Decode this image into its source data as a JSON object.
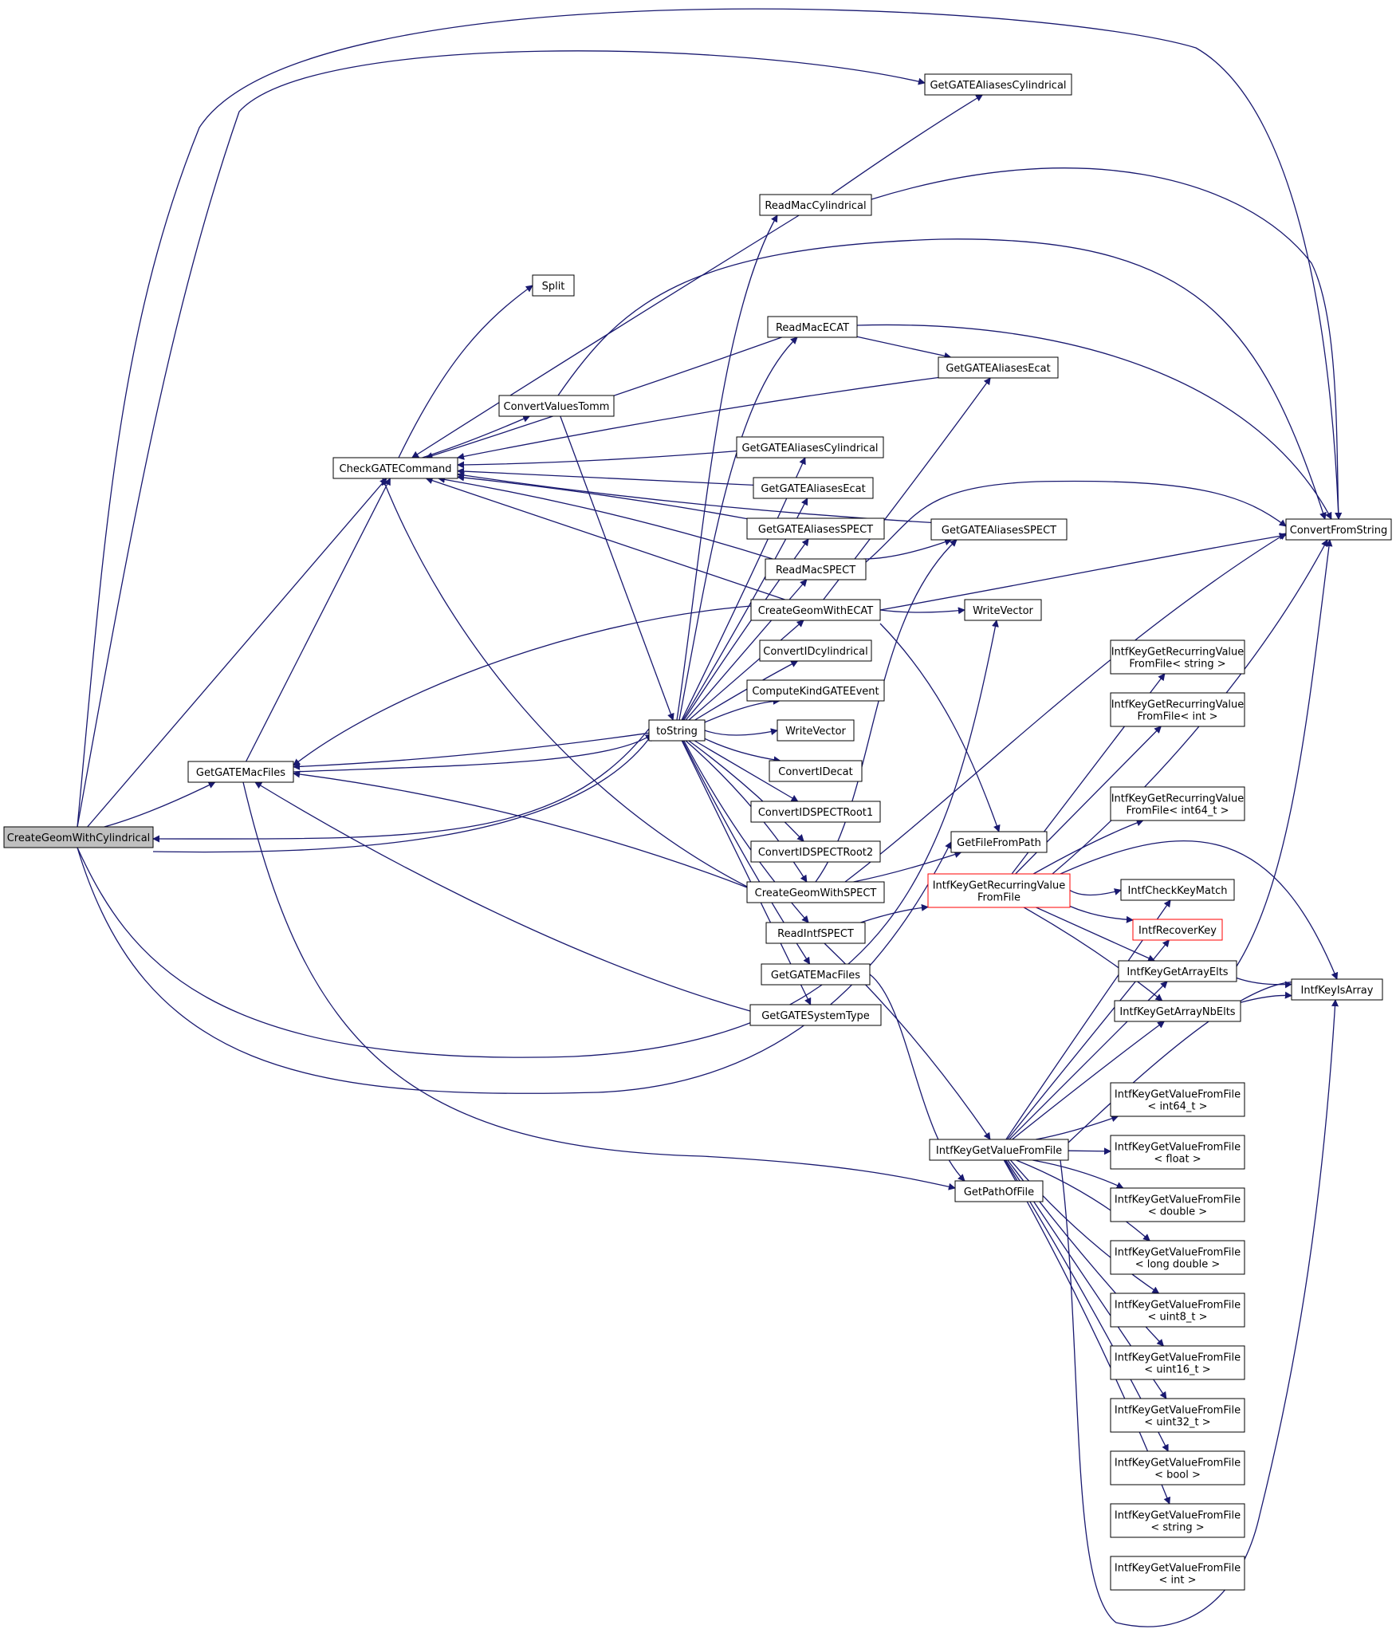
{
  "colors": {
    "edge": "#191970",
    "node_border": "#000000",
    "root_fill": "#bfbfbf",
    "truncated_border": "#ff0000"
  },
  "nodes": [
    {
      "id": "n1",
      "lines": [
        "CreateGeomWithCylindrical"
      ],
      "kind": "root"
    },
    {
      "id": "n2",
      "lines": [
        "GetGATEMacFiles"
      ]
    },
    {
      "id": "n3",
      "lines": [
        "CheckGATECommand"
      ]
    },
    {
      "id": "n4",
      "lines": [
        "Split"
      ]
    },
    {
      "id": "n5",
      "lines": [
        "ConvertValuesTomm"
      ]
    },
    {
      "id": "n6",
      "lines": [
        "toString"
      ]
    },
    {
      "id": "n7",
      "lines": [
        "ReadMacCylindrical"
      ]
    },
    {
      "id": "n8",
      "lines": [
        "ReadMacECAT"
      ]
    },
    {
      "id": "n9",
      "lines": [
        "GetGATEAliasesCylindrical"
      ]
    },
    {
      "id": "n10",
      "lines": [
        "GetGATEAliasesEcat"
      ]
    },
    {
      "id": "n11",
      "lines": [
        "GetGATEAliasesSPECT"
      ]
    },
    {
      "id": "n12",
      "lines": [
        "ReadMacSPECT"
      ]
    },
    {
      "id": "n13",
      "lines": [
        "CreateGeomWithECAT"
      ]
    },
    {
      "id": "n14",
      "lines": [
        "ConvertIDcylindrical"
      ]
    },
    {
      "id": "n15",
      "lines": [
        "ComputeKindGATEEvent"
      ]
    },
    {
      "id": "n16",
      "lines": [
        "WriteVector"
      ]
    },
    {
      "id": "n17",
      "lines": [
        "ConvertIDecat"
      ]
    },
    {
      "id": "n18",
      "lines": [
        "ConvertIDSPECTRoot1"
      ]
    },
    {
      "id": "n19",
      "lines": [
        "ConvertIDSPECTRoot2"
      ]
    },
    {
      "id": "n20",
      "lines": [
        "CreateGeomWithSPECT"
      ]
    },
    {
      "id": "n21",
      "lines": [
        "ReadIntfSPECT"
      ]
    },
    {
      "id": "n22",
      "lines": [
        "GetGATEMacFiles"
      ]
    },
    {
      "id": "n23",
      "lines": [
        "GetGATESystemType"
      ]
    },
    {
      "id": "n24",
      "lines": [
        "GetGATEAliasesCylindrical"
      ]
    },
    {
      "id": "n25",
      "lines": [
        "GetGATEAliasesEcat"
      ]
    },
    {
      "id": "n26",
      "lines": [
        "GetGATEAliasesSPECT"
      ]
    },
    {
      "id": "n27",
      "lines": [
        "WriteVector"
      ]
    },
    {
      "id": "n28",
      "lines": [
        "GetFileFromPath"
      ]
    },
    {
      "id": "n29",
      "lines": [
        "IntfKeyGetRecurringValue",
        "FromFile"
      ],
      "kind": "truncated"
    },
    {
      "id": "n30",
      "lines": [
        "IntfKeyGetValueFromFile"
      ]
    },
    {
      "id": "n31",
      "lines": [
        "GetPathOfFile"
      ]
    },
    {
      "id": "n32",
      "lines": [
        "ConvertFromString"
      ]
    },
    {
      "id": "n33",
      "lines": [
        "IntfKeyGetRecurringValue",
        "FromFile< string >"
      ]
    },
    {
      "id": "n34",
      "lines": [
        "IntfKeyGetRecurringValue",
        "FromFile< int >"
      ]
    },
    {
      "id": "n35",
      "lines": [
        "IntfKeyGetRecurringValue",
        "FromFile< int64_t >"
      ]
    },
    {
      "id": "n36",
      "lines": [
        "IntfCheckKeyMatch"
      ]
    },
    {
      "id": "n37",
      "lines": [
        "IntfRecoverKey"
      ],
      "kind": "truncated"
    },
    {
      "id": "n38",
      "lines": [
        "IntfKeyGetArrayElts"
      ]
    },
    {
      "id": "n39",
      "lines": [
        "IntfKeyGetArrayNbElts"
      ]
    },
    {
      "id": "n40",
      "lines": [
        "IntfKeyIsArray"
      ]
    },
    {
      "id": "n41",
      "lines": [
        "IntfKeyGetValueFromFile",
        "< int64_t >"
      ]
    },
    {
      "id": "n42",
      "lines": [
        "IntfKeyGetValueFromFile",
        "< float >"
      ]
    },
    {
      "id": "n43",
      "lines": [
        "IntfKeyGetValueFromFile",
        "< double >"
      ]
    },
    {
      "id": "n44",
      "lines": [
        "IntfKeyGetValueFromFile",
        "< long double >"
      ]
    },
    {
      "id": "n45",
      "lines": [
        "IntfKeyGetValueFromFile",
        "< uint8_t >"
      ]
    },
    {
      "id": "n46",
      "lines": [
        "IntfKeyGetValueFromFile",
        "< uint16_t >"
      ]
    },
    {
      "id": "n47",
      "lines": [
        "IntfKeyGetValueFromFile",
        "< uint32_t >"
      ]
    },
    {
      "id": "n48",
      "lines": [
        "IntfKeyGetValueFromFile",
        "< bool >"
      ]
    },
    {
      "id": "n49",
      "lines": [
        "IntfKeyGetValueFromFile",
        "< string >"
      ]
    },
    {
      "id": "n50",
      "lines": [
        "IntfKeyGetValueFromFile",
        "< int >"
      ]
    }
  ],
  "edges": [
    [
      "n1",
      "n2"
    ],
    [
      "n1",
      "n3"
    ],
    [
      "n1",
      "n6"
    ],
    [
      "n1",
      "n9"
    ],
    [
      "n1",
      "n32"
    ],
    [
      "n1",
      "n27"
    ],
    [
      "n1",
      "n28"
    ],
    [
      "n2",
      "n3"
    ],
    [
      "n2",
      "n6"
    ],
    [
      "n2",
      "n31"
    ],
    [
      "n3",
      "n4"
    ],
    [
      "n3",
      "n5"
    ],
    [
      "n5",
      "n6"
    ],
    [
      "n5",
      "n32"
    ],
    [
      "n6",
      "n1"
    ],
    [
      "n6",
      "n2"
    ],
    [
      "n6",
      "n7"
    ],
    [
      "n6",
      "n8"
    ],
    [
      "n6",
      "n24"
    ],
    [
      "n6",
      "n25"
    ],
    [
      "n6",
      "n26"
    ],
    [
      "n6",
      "n12"
    ],
    [
      "n6",
      "n13"
    ],
    [
      "n6",
      "n14"
    ],
    [
      "n6",
      "n15"
    ],
    [
      "n6",
      "n16"
    ],
    [
      "n6",
      "n17"
    ],
    [
      "n6",
      "n18"
    ],
    [
      "n6",
      "n19"
    ],
    [
      "n6",
      "n20"
    ],
    [
      "n6",
      "n21"
    ],
    [
      "n6",
      "n22"
    ],
    [
      "n6",
      "n23"
    ],
    [
      "n7",
      "n3"
    ],
    [
      "n7",
      "n9"
    ],
    [
      "n7",
      "n32"
    ],
    [
      "n8",
      "n3"
    ],
    [
      "n8",
      "n10"
    ],
    [
      "n8",
      "n32"
    ],
    [
      "n10",
      "n3"
    ],
    [
      "n11",
      "n3"
    ],
    [
      "n24",
      "n3"
    ],
    [
      "n25",
      "n3"
    ],
    [
      "n26",
      "n3"
    ],
    [
      "n12",
      "n3"
    ],
    [
      "n12",
      "n11"
    ],
    [
      "n12",
      "n32"
    ],
    [
      "n13",
      "n3"
    ],
    [
      "n13",
      "n2"
    ],
    [
      "n13",
      "n10"
    ],
    [
      "n13",
      "n32"
    ],
    [
      "n13",
      "n27"
    ],
    [
      "n13",
      "n28"
    ],
    [
      "n20",
      "n3"
    ],
    [
      "n20",
      "n2"
    ],
    [
      "n20",
      "n11"
    ],
    [
      "n20",
      "n28"
    ],
    [
      "n20",
      "n32"
    ],
    [
      "n21",
      "n29"
    ],
    [
      "n21",
      "n30"
    ],
    [
      "n22",
      "n31"
    ],
    [
      "n23",
      "n2"
    ],
    [
      "n29",
      "n33"
    ],
    [
      "n29",
      "n34"
    ],
    [
      "n29",
      "n35"
    ],
    [
      "n29",
      "n36"
    ],
    [
      "n29",
      "n37"
    ],
    [
      "n29",
      "n38"
    ],
    [
      "n29",
      "n39"
    ],
    [
      "n29",
      "n40"
    ],
    [
      "n29",
      "n32"
    ],
    [
      "n30",
      "n36"
    ],
    [
      "n30",
      "n37"
    ],
    [
      "n30",
      "n38"
    ],
    [
      "n30",
      "n39"
    ],
    [
      "n30",
      "n40"
    ],
    [
      "n30",
      "n41"
    ],
    [
      "n30",
      "n42"
    ],
    [
      "n30",
      "n43"
    ],
    [
      "n30",
      "n44"
    ],
    [
      "n30",
      "n45"
    ],
    [
      "n30",
      "n46"
    ],
    [
      "n30",
      "n47"
    ],
    [
      "n30",
      "n48"
    ],
    [
      "n30",
      "n49"
    ],
    [
      "n30",
      "n50"
    ],
    [
      "n38",
      "n40"
    ],
    [
      "n38",
      "n32"
    ],
    [
      "n39",
      "n40"
    ]
  ]
}
